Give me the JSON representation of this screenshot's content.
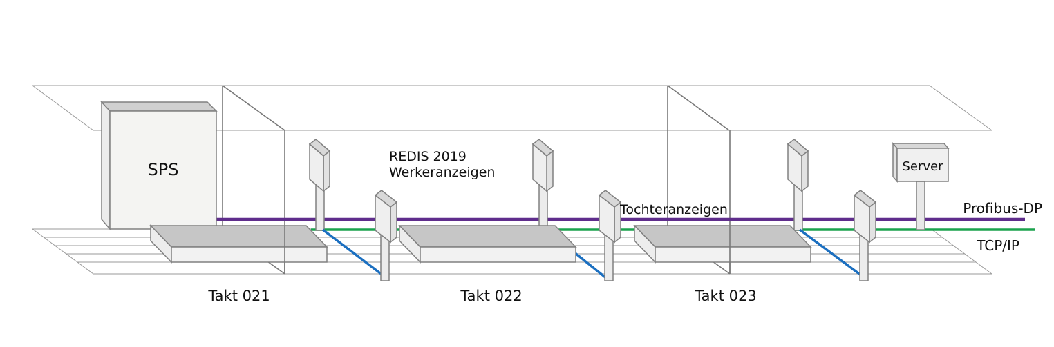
{
  "diagram": {
    "devices": {
      "plc_label": "SPS",
      "server_label": "Server",
      "worker_display_line1": "REDIS 2019",
      "worker_display_line2": "Werkeranzeigen",
      "daughter_display_label": "Tochteranzeigen"
    },
    "network": {
      "profibus_label": "Profibus-DP",
      "tcpip_label": "TCP/IP",
      "colors": {
        "profibus": "#5f2d8c",
        "tcpip": "#1ba24d",
        "drop_cable": "#1b6fc0"
      }
    },
    "stations": [
      {
        "name": "Takt 021"
      },
      {
        "name": "Takt 022"
      },
      {
        "name": "Takt 023"
      }
    ]
  }
}
